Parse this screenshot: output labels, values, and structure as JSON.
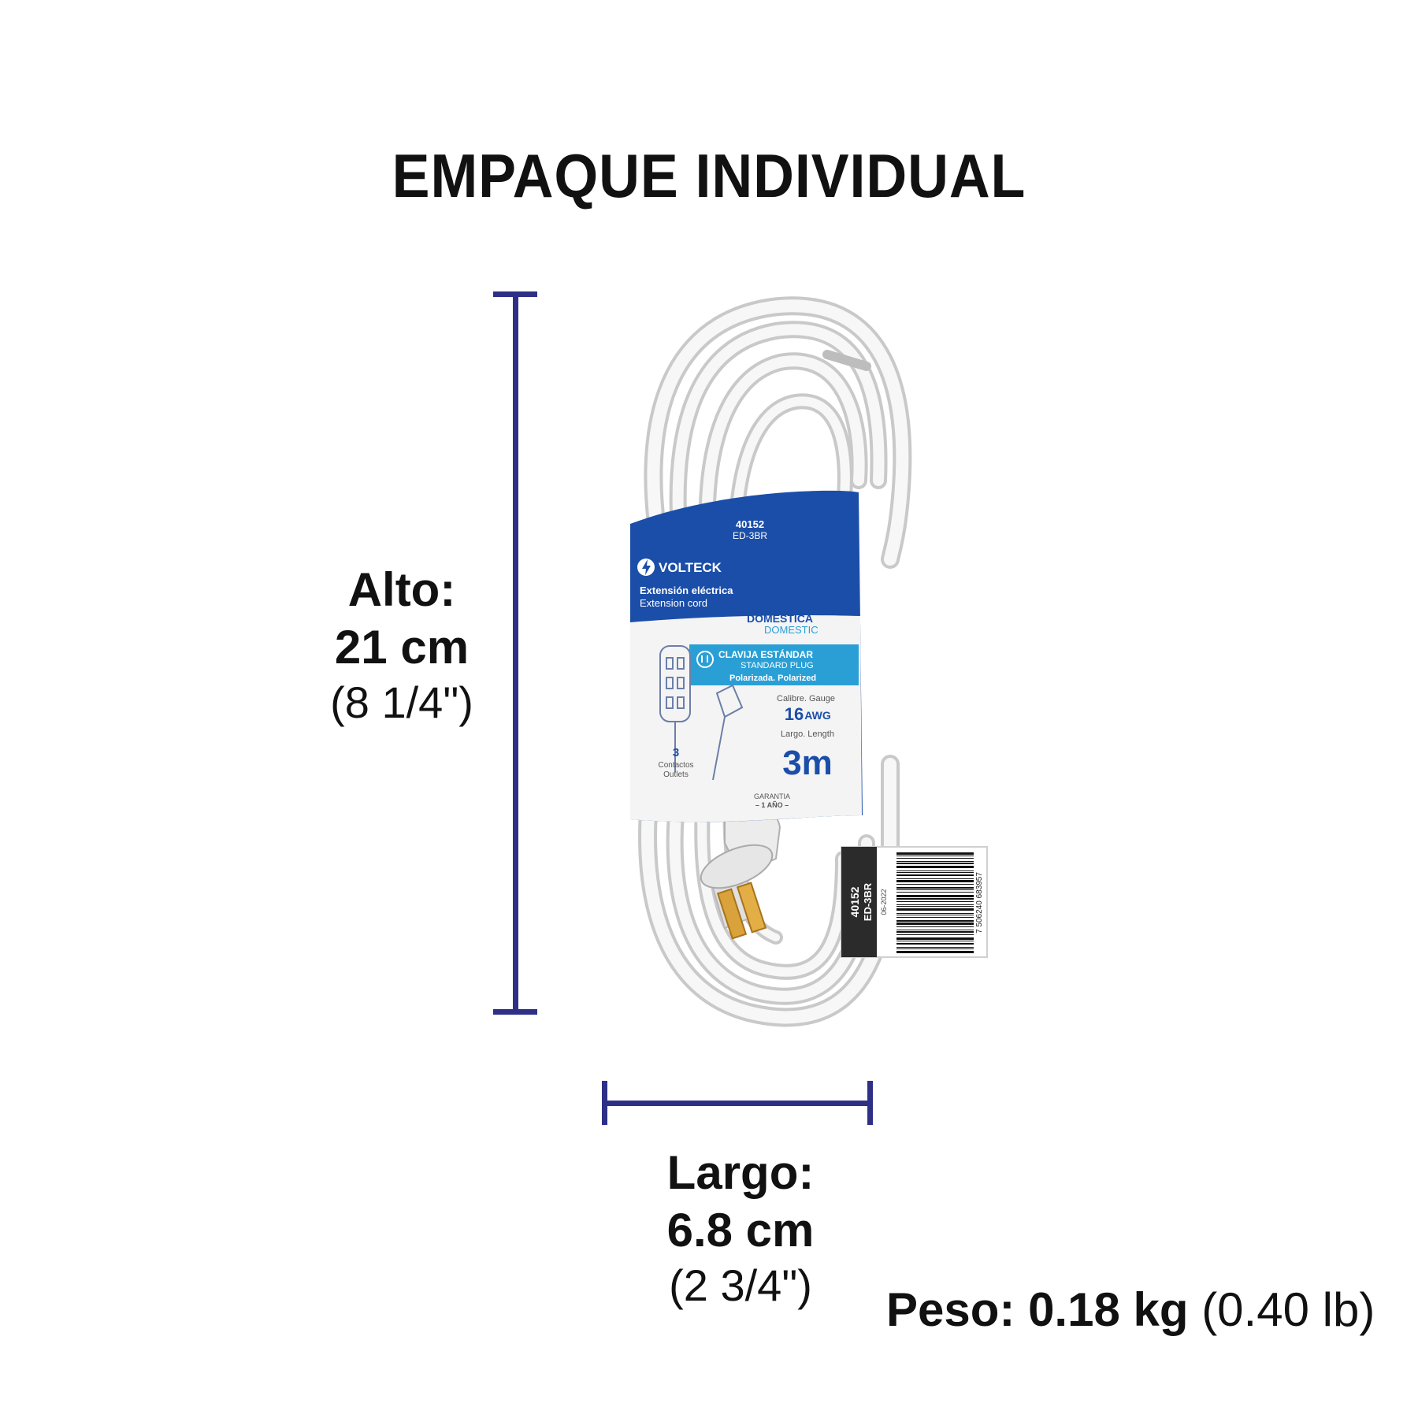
{
  "title": "EMPAQUE INDIVIDUAL",
  "height_dim": {
    "label": "Alto:",
    "value": "21 cm",
    "imperial": "(8 1/4\")"
  },
  "length_dim": {
    "label": "Largo:",
    "value": "6.8 cm",
    "imperial": "(2 3/4\")"
  },
  "weight": {
    "label": "Peso:",
    "metric": "0.18 kg",
    "imperial": "(0.40 lb)"
  },
  "colors": {
    "dimension_line": "#2e3087",
    "card_blue": "#1b4ea8",
    "band_cyan": "#2a9fd6",
    "cord_white": "#f2f2f2"
  },
  "package_card": {
    "code": "40152",
    "model": "ED-3BR",
    "brand": "VOLTECK",
    "line1": "Extensión eléctrica",
    "line2": "Extension cord",
    "category": "DOMÉSTICA",
    "category_en": "DOMESTIC",
    "plug_title": "CLAVIJA ESTÁNDAR",
    "plug_title_en": "STANDARD PLUG",
    "polarized": "Polarizada. Polarized",
    "gauge_label": "Calibre. Gauge",
    "gauge_value": "16",
    "gauge_unit": "AWG",
    "length_label": "Largo. Length",
    "length_value": "3m",
    "contacts_count": "3",
    "contacts_label": "Contactos",
    "contacts_label_en": "Outlets",
    "warranty_label": "GARANTIA",
    "warranty_value": "– 1 AÑO –"
  },
  "barcode_tag": {
    "code": "40152",
    "model": "ED-3BR",
    "date": "06-2022",
    "barcode_number": "7 506240 683957"
  }
}
